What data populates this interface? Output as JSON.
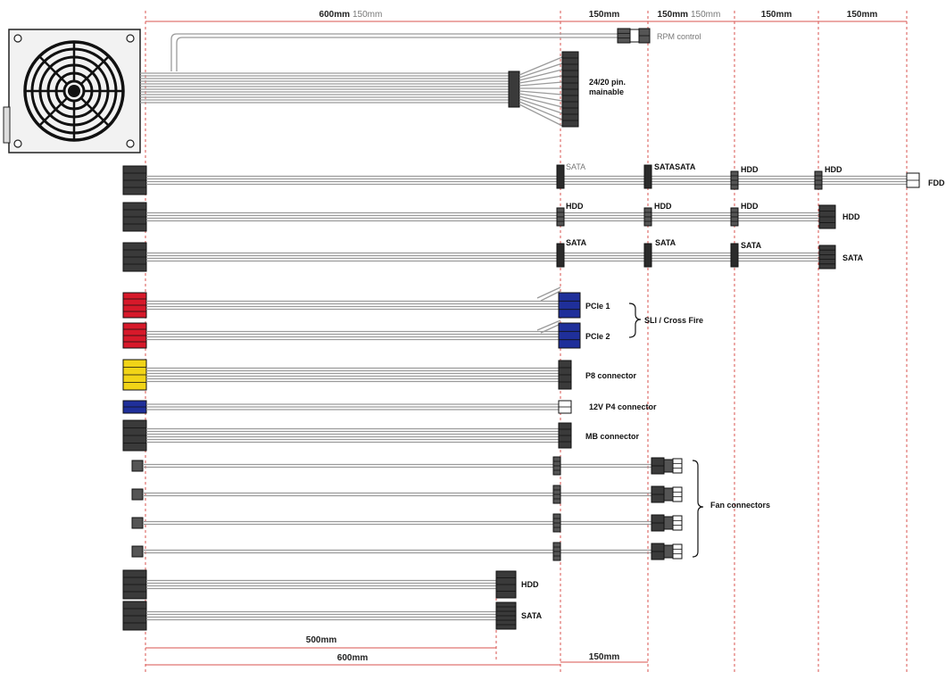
{
  "dimensions": {
    "top": [
      {
        "bold": "600mm",
        "light": "150mm"
      },
      {
        "bold": "150mm",
        "light": ""
      },
      {
        "bold": "150mm",
        "light": "150mm"
      },
      {
        "bold": "150mm",
        "light": ""
      },
      {
        "bold": "150mm",
        "light": ""
      }
    ],
    "bottom": [
      "500mm",
      "600mm",
      "150mm"
    ]
  },
  "labels": {
    "rpm_control": "RPM control",
    "atx_line1": "24/20 pin.",
    "atx_line2": "mainable",
    "sata": "SATA",
    "sata_sata": "SATASATA",
    "hdd": "HDD",
    "fdd": "FDD",
    "pcie1": "PCIe 1",
    "pcie2": "PCIe 2",
    "sli": "SLI / Cross Fire",
    "p8": "P8 connector",
    "p4": "12V P4 connector",
    "mb": "MB connector",
    "fan": "Fan connectors"
  },
  "colors": {
    "cable": "#9a9a9a",
    "connector": "#3a3a3a",
    "pcie_psu_side": "#d7192a",
    "pcie_gpu_side": "#1f2f9a",
    "p8_psu_side": "#f1d417",
    "p4_psu_side": "#1f2f9a",
    "dimension_line": "#d9534f"
  }
}
